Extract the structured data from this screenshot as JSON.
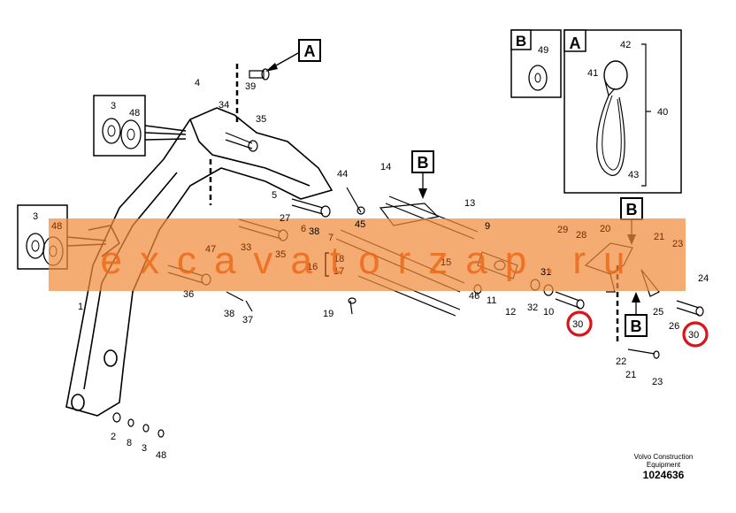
{
  "callouts": {
    "n1": "1",
    "n2": "2",
    "n3a": "3",
    "n3b": "3",
    "n3c": "3",
    "n4": "4",
    "n5": "5",
    "n6": "6",
    "n7": "7",
    "n8": "8",
    "n9": "9",
    "n10": "10",
    "n11": "11",
    "n12": "12",
    "n13": "13",
    "n14": "14",
    "n15": "15",
    "n16": "16",
    "n17": "17",
    "n18": "18",
    "n19": "19",
    "n20": "20",
    "n21a": "21",
    "n21b": "21",
    "n22": "22",
    "n23a": "23",
    "n23b": "23",
    "n24": "24",
    "n25": "25",
    "n26": "26",
    "n27": "27",
    "n28": "28",
    "n29": "29",
    "n30a": "30",
    "n30b": "30",
    "n31": "31",
    "n32": "32",
    "n33": "33",
    "n34": "34",
    "n35a": "35",
    "n35b": "35",
    "n36": "36",
    "n37": "37",
    "n38a": "38",
    "n38b": "38",
    "n39": "39",
    "n40": "40",
    "n41": "41",
    "n42": "42",
    "n43": "43",
    "n44": "44",
    "n45": "45",
    "n46": "46",
    "n47": "47",
    "n48a": "48",
    "n48b": "48",
    "n48c": "48",
    "n49": "49"
  },
  "ref_labels": {
    "A": "A",
    "B": "B"
  },
  "watermark": "excavatorzap.ru",
  "footer": {
    "brand": "Volvo Construction Equipment",
    "doc_number": "1024636"
  },
  "colors": {
    "line": "#000000",
    "highlight": "#d9141b",
    "watermark": "#f08c3c"
  }
}
